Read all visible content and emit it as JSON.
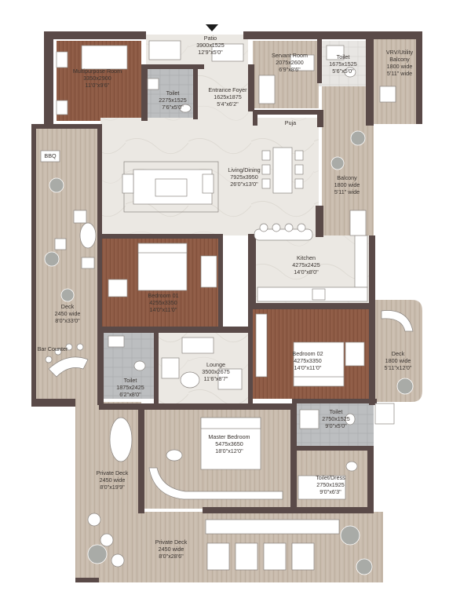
{
  "rooms": {
    "patio": {
      "name": "Patio",
      "size": "3900x1525",
      "imperial": "12'9\"x5'0\""
    },
    "multipurpose": {
      "name": "Multipurpose Room",
      "size": "3350x2900",
      "imperial": "11'0\"x9'6\""
    },
    "toilet_a": {
      "name": "Toilet",
      "size": "2275x1525",
      "imperial": "7'6\"x5'0\""
    },
    "entrance": {
      "name": "Entrance Foyer",
      "size": "1625x1875",
      "imperial": "5'4\"x6'2\""
    },
    "servant": {
      "name": "Servant Room",
      "size": "2075x2600",
      "imperial": "6'9\"x8'6\""
    },
    "toilet_b": {
      "name": "Toilet",
      "size": "1675x1525",
      "imperial": "5'6\"x5'0\""
    },
    "vrv": {
      "name": "VRV/Utility Balcony",
      "size": "1800 wide",
      "imperial": "5'11\" wide"
    },
    "puja": {
      "name": "Puja"
    },
    "bbq": {
      "name": "BBQ"
    },
    "living": {
      "name": "Living/Dining",
      "size": "7925x3950",
      "imperial": "26'0\"x13'0\""
    },
    "balcony": {
      "name": "Balcony",
      "size": "1800 wide",
      "imperial": "5'11\" wide"
    },
    "kitchen": {
      "name": "Kitchen",
      "size": "4275x2425",
      "imperial": "14'0\"x8'0\""
    },
    "bedroom1": {
      "name": "Bedroom 01",
      "size": "4255x3350",
      "imperial": "14'0\"x11'0\""
    },
    "deck_left": {
      "name": "Deck",
      "size": "2450 wide",
      "imperial": "8'0\"x33'0\""
    },
    "bedroom2": {
      "name": "Bedroom 02",
      "size": "4275x3350",
      "imperial": "14'0\"x11'0\""
    },
    "deck_right": {
      "name": "Deck",
      "size": "1800 wide",
      "imperial": "5'11\"x12'0\""
    },
    "bar": {
      "name": "Bar Counter"
    },
    "toilet_c": {
      "name": "Toilet",
      "size": "1875x2425",
      "imperial": "6'2\"x8'0\""
    },
    "lounge": {
      "name": "Lounge",
      "size": "3500x2675",
      "imperial": "11'6\"x8'7\""
    },
    "toilet_d": {
      "name": "Toilet",
      "size": "2750x1525",
      "imperial": "9'0\"x5'0\""
    },
    "master": {
      "name": "Master Bedroom",
      "size": "5475x3650",
      "imperial": "18'0\"x12'0\""
    },
    "private_deck_1": {
      "name": "Private Deck",
      "size": "2450 wide",
      "imperial": "8'0\"x19'9\""
    },
    "toilet_dress": {
      "name": "Toilet/Dress",
      "size": "2750x1925",
      "imperial": "9'0\"x6'3\""
    },
    "private_deck_2": {
      "name": "Private Deck",
      "size": "2450 wide",
      "imperial": "8'0\"x28'6\""
    }
  },
  "colors": {
    "wall": "#5a4a48",
    "marble": "#ebe8e3",
    "wood_dark": "#8b5a44",
    "wood_light": "#c7b8a9",
    "tile_grey": "#b9bbbd",
    "furniture": "#ffffff",
    "plant": "#a9aba7",
    "label": "#3a3430"
  }
}
